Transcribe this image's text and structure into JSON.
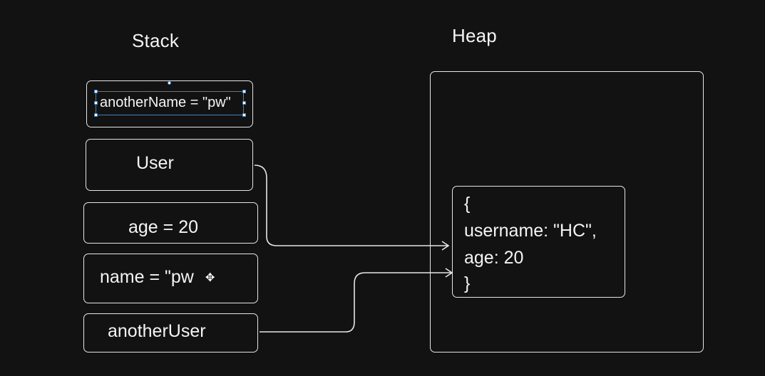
{
  "stack": {
    "title": "Stack",
    "items": [
      {
        "label": "anotherName = \"pw\"",
        "selected": true
      },
      {
        "label": "User"
      },
      {
        "label": "age = 20"
      },
      {
        "label": "name = \"pw"
      },
      {
        "label": "anotherUser"
      }
    ]
  },
  "heap": {
    "title": "Heap",
    "object": {
      "lines": [
        "{",
        "username: \"HC\",",
        "age: 20",
        "}"
      ]
    }
  },
  "references": [
    {
      "from": "User",
      "to": "heap.object"
    },
    {
      "from": "anotherUser",
      "to": "heap.object"
    }
  ],
  "colors": {
    "background": "#121212",
    "stroke": "#e6e6e6",
    "selection": "#3b82c4"
  },
  "icons": {
    "cursor": "move-cursor-icon"
  }
}
